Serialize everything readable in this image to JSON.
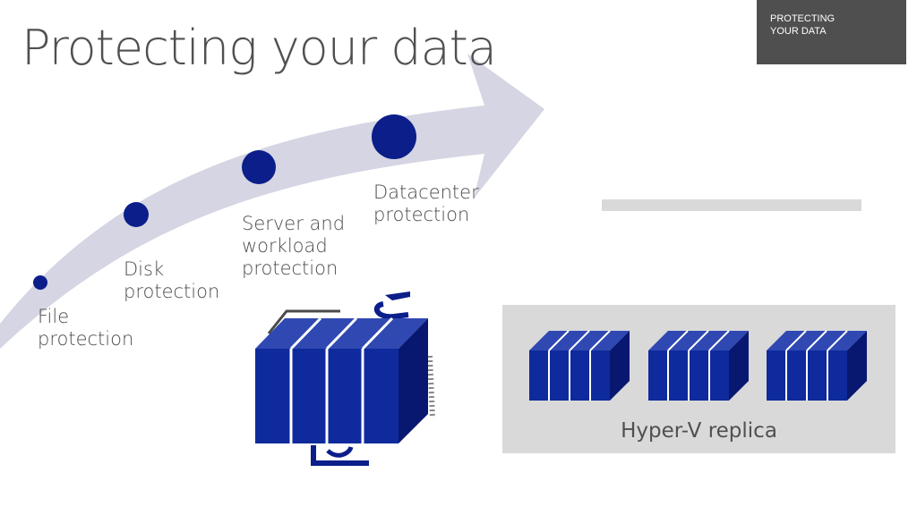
{
  "slide": {
    "title": "Protecting your data",
    "tag_lines": [
      "PROTECTING",
      "YOUR DATA"
    ]
  },
  "stages": [
    {
      "lines": [
        "File",
        "protection"
      ]
    },
    {
      "lines": [
        "Disk",
        "protection"
      ]
    },
    {
      "lines": [
        "Server and",
        "workload",
        "protection"
      ]
    },
    {
      "lines": [
        "Datacenter",
        "protection"
      ]
    }
  ],
  "replica": {
    "label": "Hyper-V replica"
  },
  "colors": {
    "arrow": "#d5d5e3",
    "dot": "#0b1e8a",
    "server_dark": "#0a1a8c",
    "server_front": "#0f2a9c",
    "server_top": "#2f48b2",
    "server_side": "#081870",
    "panel": "#d9d9d9",
    "tag_bg": "#4f4f4f"
  },
  "icons": {
    "progress_arrow": "curved-arrow",
    "main_server": "server-block-icon",
    "replica_servers": "server-block-icon"
  }
}
